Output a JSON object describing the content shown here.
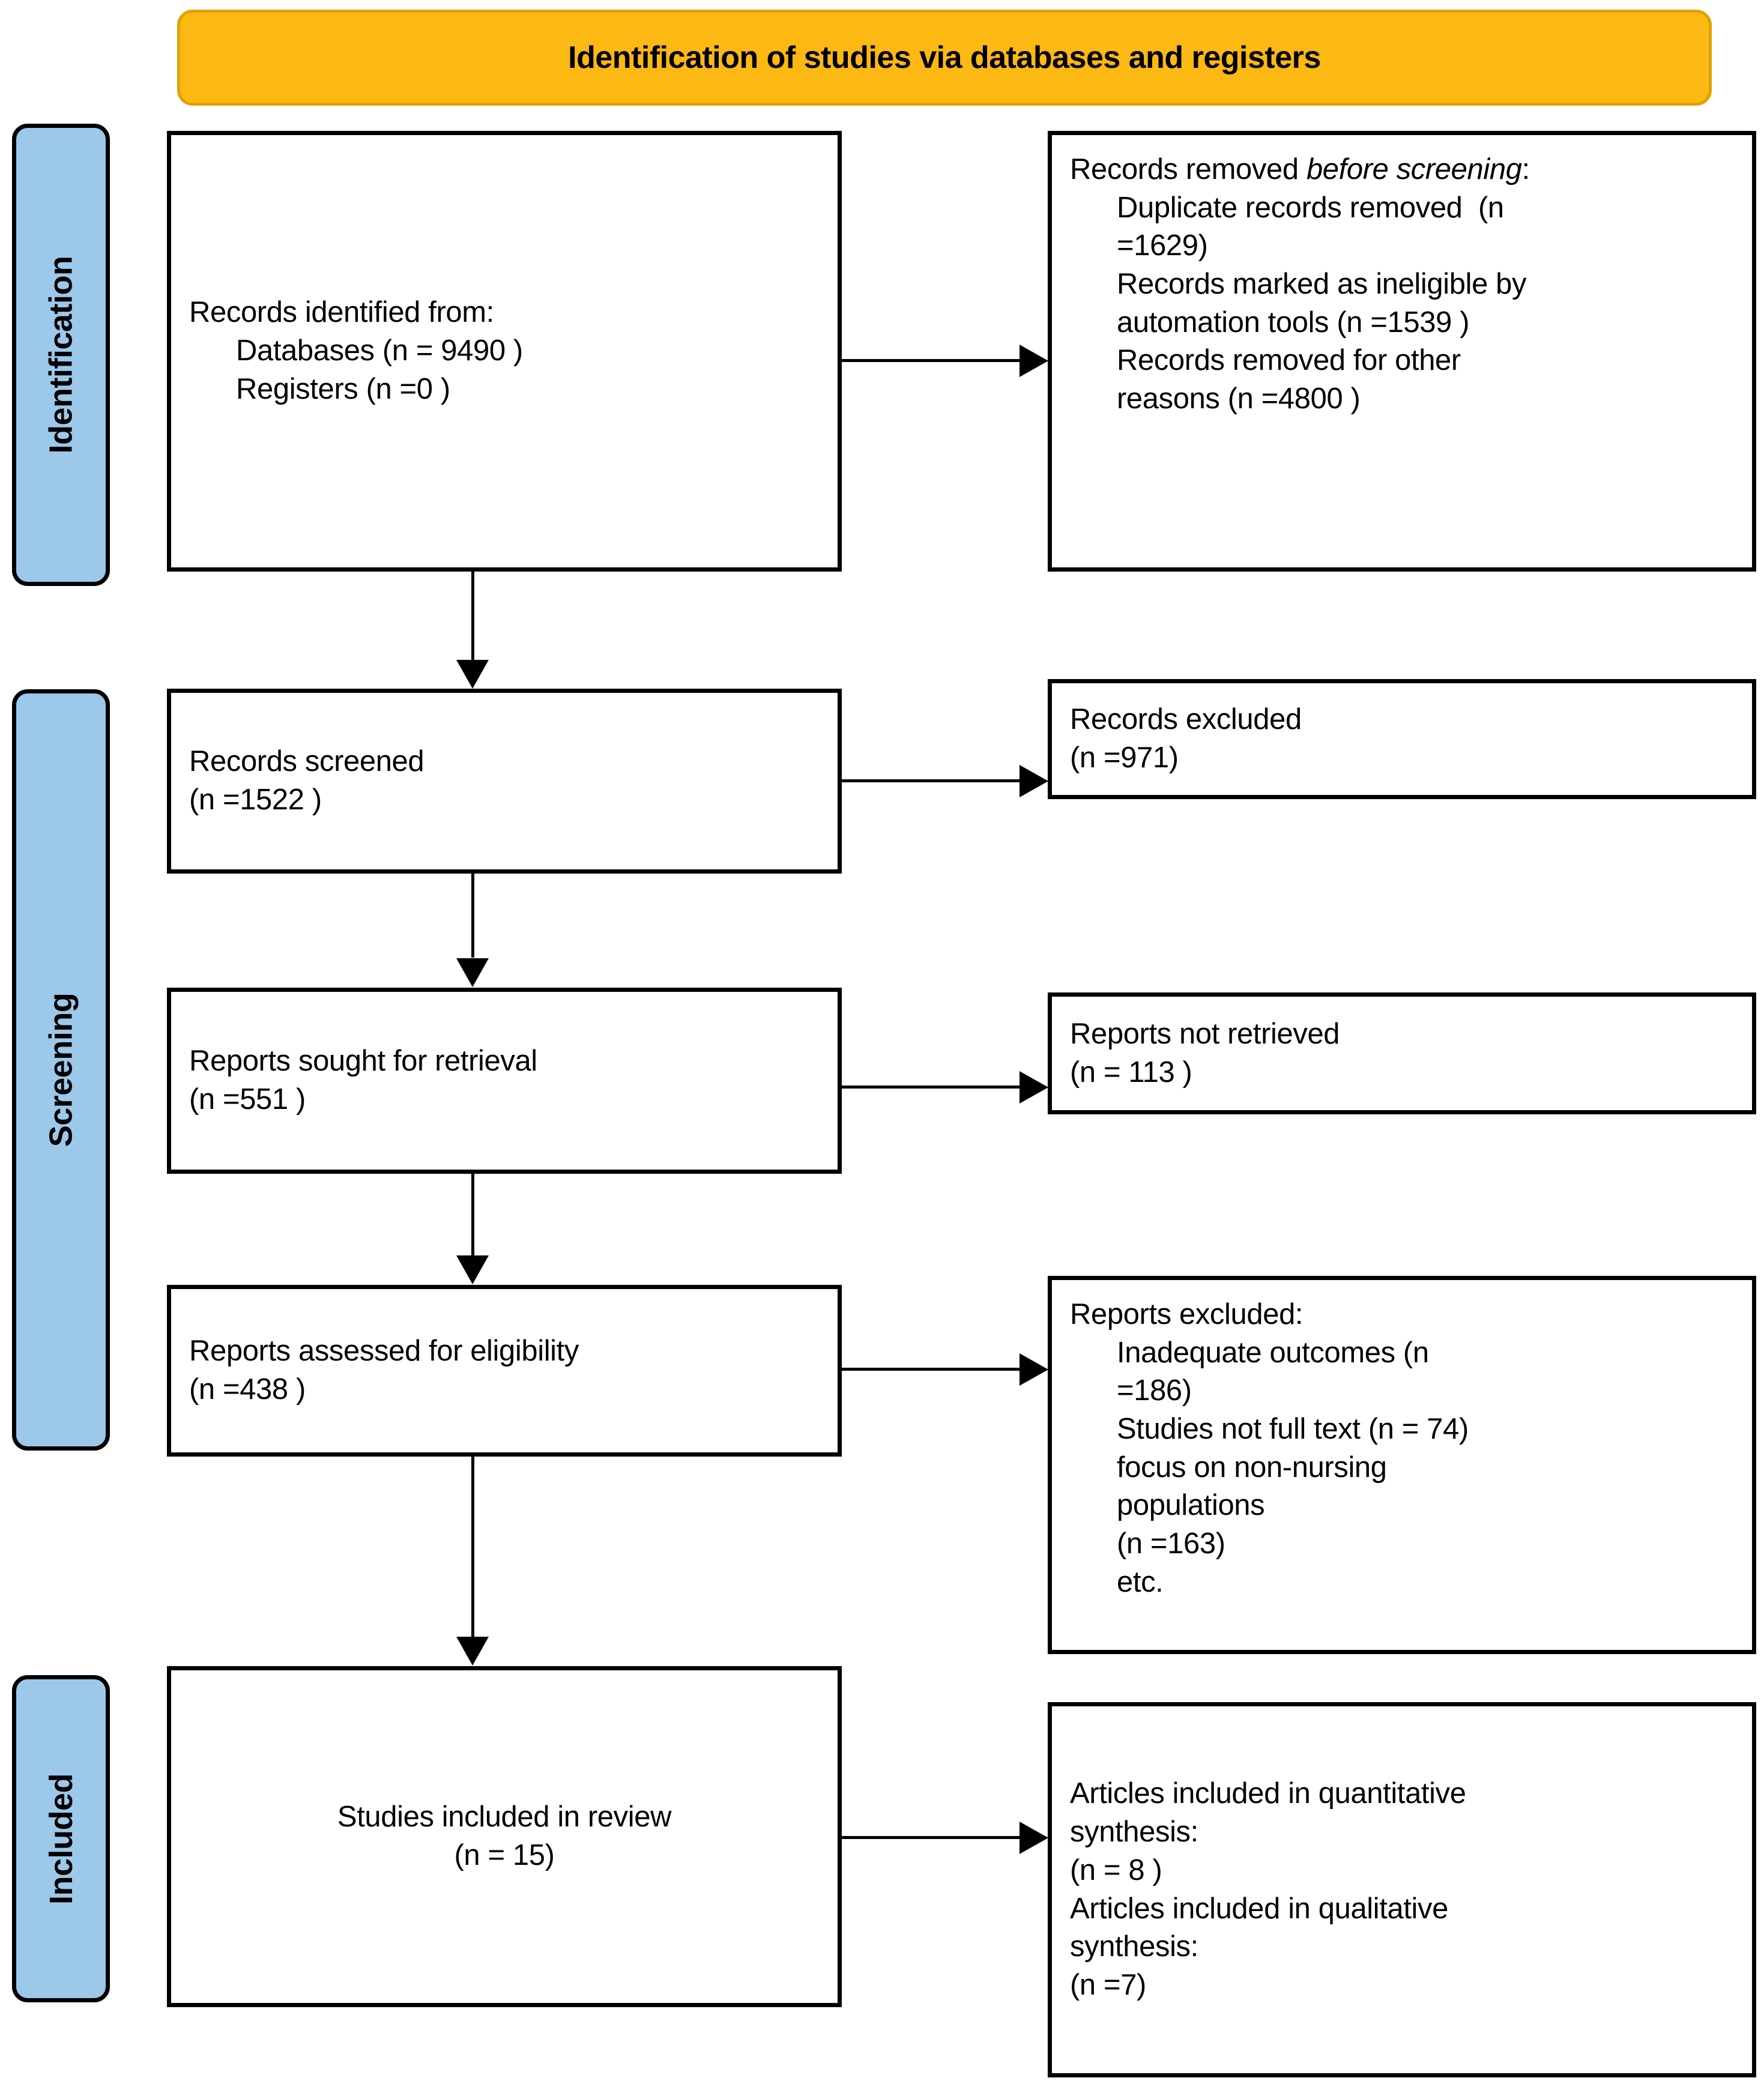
{
  "banner": {
    "title": "Identification of studies via databases and registers"
  },
  "stages": [
    {
      "key": "identification",
      "label": "Identification"
    },
    {
      "key": "screening",
      "label": "Screening"
    },
    {
      "key": "included",
      "label": "Included"
    }
  ],
  "colors": {
    "banner_fill": "#FCB813",
    "banner_border": "#E0A200",
    "stage_fill": "#9CC8EA",
    "box_border": "#000000",
    "box_fill": "#FFFFFF",
    "text": "#000000"
  },
  "boxes": {
    "identified": {
      "name": "Records identified from",
      "lines": [
        "Records identified from:",
        "Databases (n = 9490 )",
        "Registers (n =0 )"
      ]
    },
    "removed_before_screening": {
      "name": "Records removed before screening",
      "lines": [
        "Records removed before",
        "screening:",
        "Duplicate records removed  (n",
        "=1629)",
        "Records marked as ineligible by",
        "automation tools (n =1539 )",
        "Records removed for other",
        "reasons (n =4800 )"
      ],
      "heading_plain": "Records removed ",
      "heading_italic": "before screening",
      "heading_tail": ":"
    },
    "records_screened": {
      "name": "Records screened",
      "lines": [
        "Records screened",
        "(n =1522 )"
      ]
    },
    "records_excluded": {
      "name": "Records excluded",
      "lines": [
        "Records excluded",
        "(n =971)"
      ]
    },
    "reports_sought": {
      "name": "Reports sought for retrieval",
      "lines": [
        "Reports sought for retrieval",
        "(n =551 )"
      ]
    },
    "reports_not_retrieved": {
      "name": "Reports not retrieved",
      "lines": [
        "Reports not retrieved",
        "(n = 113 )"
      ]
    },
    "reports_assessed": {
      "name": "Reports assessed for eligibility",
      "lines": [
        "Reports assessed for eligibility",
        "(n =438 )"
      ]
    },
    "reports_excluded": {
      "name": "Reports excluded",
      "lines": [
        "Reports excluded:",
        "Inadequate outcomes (n",
        "=186)",
        "Studies not full text (n = 74)",
        "focus on non-nursing",
        "populations",
        "(n =163)",
        "etc."
      ]
    },
    "studies_included": {
      "name": "Studies included in review",
      "lines": [
        "Studies included in review",
        "(n = 15)"
      ]
    },
    "articles_included": {
      "name": "Articles included in synthesis",
      "lines": [
        "Articles included in quantitative",
        "synthesis:",
        "(n = 8 )",
        "Articles included in qualitative",
        "synthesis:",
        "(n =7)"
      ]
    }
  },
  "chart_data": {
    "type": "diagram",
    "title": "Identification of studies via databases and registers",
    "nodes": [
      {
        "id": "identified",
        "stage": "Identification",
        "label": "Records identified from: Databases (n = 9490 ); Registers (n =0 )",
        "n_databases": 9490,
        "n_registers": 0
      },
      {
        "id": "removed_before_screening",
        "stage": "Identification",
        "label": "Records removed before screening",
        "n_duplicates": 1629,
        "n_ineligible_automation": 1539,
        "n_other_reasons": 4800
      },
      {
        "id": "records_screened",
        "stage": "Screening",
        "label": "Records screened",
        "n": 1522
      },
      {
        "id": "records_excluded",
        "stage": "Screening",
        "label": "Records excluded",
        "n": 971
      },
      {
        "id": "reports_sought",
        "stage": "Screening",
        "label": "Reports sought for retrieval",
        "n": 551
      },
      {
        "id": "reports_not_retrieved",
        "stage": "Screening",
        "label": "Reports not retrieved",
        "n": 113
      },
      {
        "id": "reports_assessed",
        "stage": "Screening",
        "label": "Reports assessed for eligibility",
        "n": 438
      },
      {
        "id": "reports_excluded",
        "stage": "Screening",
        "label": "Reports excluded",
        "n_inadequate_outcomes": 186,
        "n_not_full_text": 74,
        "n_non_nursing_populations": 163
      },
      {
        "id": "studies_included",
        "stage": "Included",
        "label": "Studies included in review",
        "n": 15
      },
      {
        "id": "articles_included",
        "stage": "Included",
        "label": "Articles included in synthesis",
        "n_quantitative": 8,
        "n_qualitative": 7
      }
    ],
    "edges": [
      {
        "from": "identified",
        "to": "removed_before_screening",
        "direction": "right"
      },
      {
        "from": "identified",
        "to": "records_screened",
        "direction": "down"
      },
      {
        "from": "records_screened",
        "to": "records_excluded",
        "direction": "right"
      },
      {
        "from": "records_screened",
        "to": "reports_sought",
        "direction": "down"
      },
      {
        "from": "reports_sought",
        "to": "reports_not_retrieved",
        "direction": "right"
      },
      {
        "from": "reports_sought",
        "to": "reports_assessed",
        "direction": "down"
      },
      {
        "from": "reports_assessed",
        "to": "reports_excluded",
        "direction": "right"
      },
      {
        "from": "reports_assessed",
        "to": "studies_included",
        "direction": "down"
      },
      {
        "from": "studies_included",
        "to": "articles_included",
        "direction": "right"
      }
    ]
  }
}
